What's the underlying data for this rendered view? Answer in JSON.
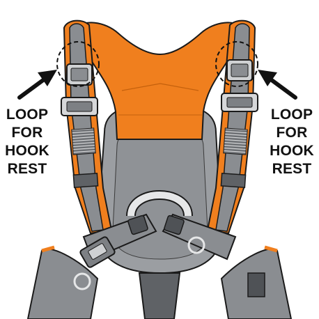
{
  "callouts": {
    "left": {
      "lines": [
        "LOOP",
        "FOR",
        "HOOK",
        "REST"
      ]
    },
    "right": {
      "lines": [
        "LOOP",
        "FOR",
        "HOOK",
        "REST"
      ]
    }
  },
  "buckle_badges": {
    "left": "",
    "right": ""
  },
  "colors": {
    "background": "#ffffff",
    "strap_gray": "#8a8d91",
    "strap_dark": "#5f6266",
    "padding_orange": "#f07f1e",
    "padding_orange_dark": "#d86a10",
    "back_pad_gray": "#9b9ea2",
    "outline": "#1a1a1a",
    "metal": "#e6e7e8"
  },
  "icons": {
    "arrow": "arrow-up-right-icon",
    "dashed_circle": "dashed-highlight-circle"
  }
}
